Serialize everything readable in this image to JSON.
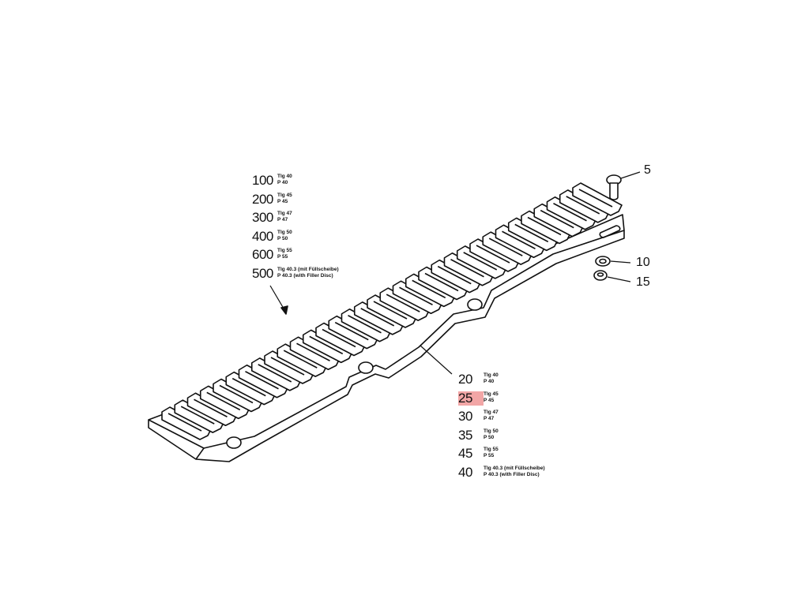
{
  "legend_left": [
    {
      "num": "100",
      "line1": "Tlg 40",
      "line2": "P 40"
    },
    {
      "num": "200",
      "line1": "Tlg 45",
      "line2": "P 45"
    },
    {
      "num": "300",
      "line1": "Tlg 47",
      "line2": "P 47"
    },
    {
      "num": "400",
      "line1": "Tlg 50",
      "line2": "P 50"
    },
    {
      "num": "600",
      "line1": "Tlg 55",
      "line2": "P 55"
    },
    {
      "num": "500",
      "line1": "Tlg 40.3 (mit Füllscheibe)",
      "line2": "P 40.3 (with Filler Disc)"
    }
  ],
  "legend_right": [
    {
      "num": "20",
      "line1": "Tlg 40",
      "line2": "P 40"
    },
    {
      "num": "25",
      "line1": "Tlg 45",
      "line2": "P 45"
    },
    {
      "num": "30",
      "line1": "Tlg 47",
      "line2": "P 47"
    },
    {
      "num": "35",
      "line1": "Tlg 50",
      "line2": "P 50"
    },
    {
      "num": "45",
      "line1": "Tlg 55",
      "line2": "P 55"
    },
    {
      "num": "40",
      "line1": "Tlg 40.3 (mit Füllscheibe)",
      "line2": "P 40.3 (with Filler Disc)"
    }
  ],
  "callouts": {
    "bolt": "5",
    "washer": "10",
    "nut": "15"
  },
  "colors": {
    "highlight": "#f2a6a6",
    "line": "#111111"
  }
}
